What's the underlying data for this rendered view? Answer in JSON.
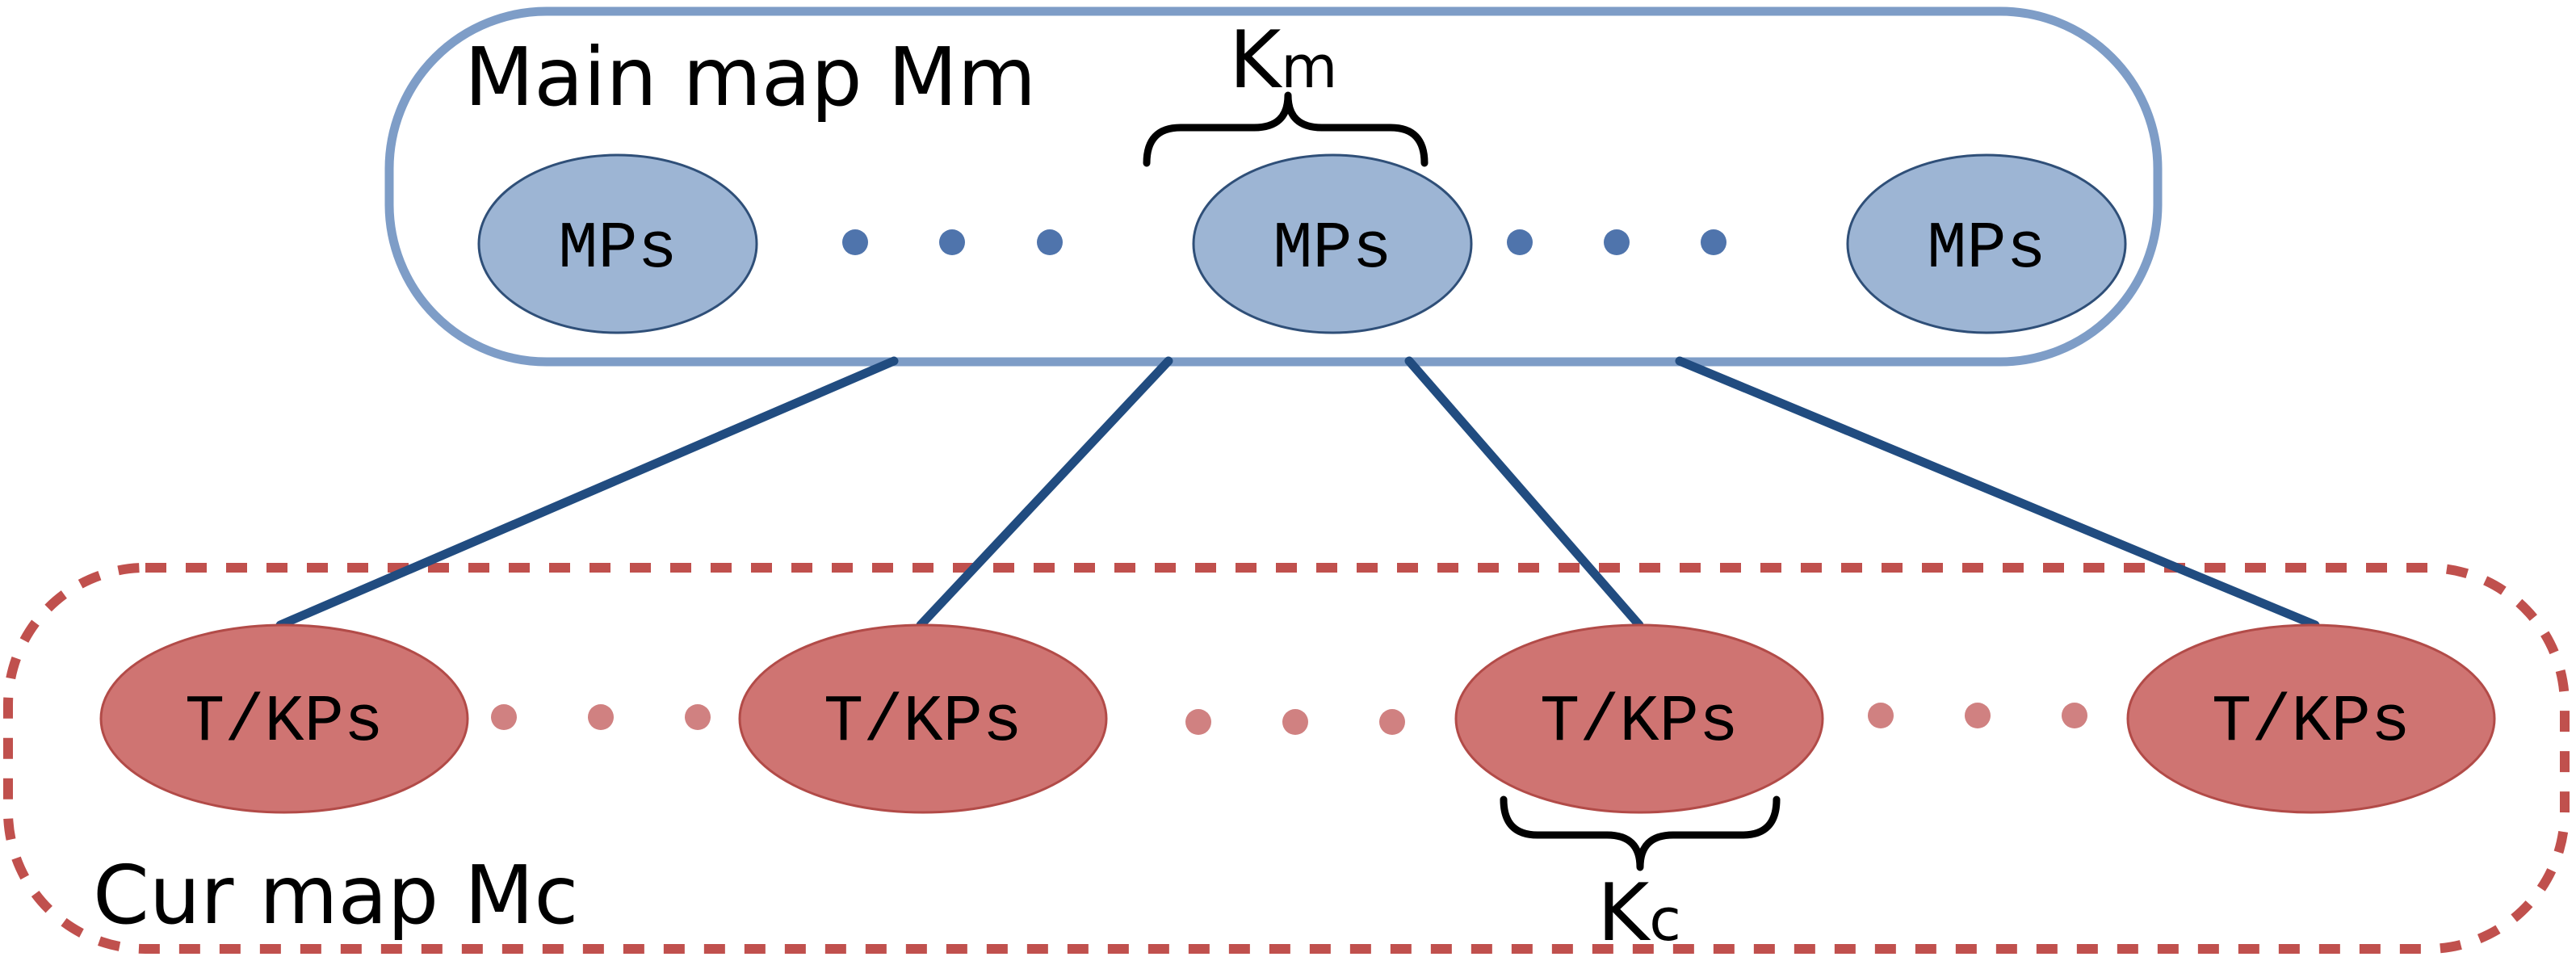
{
  "main_map": {
    "label": "Main map Mm",
    "node_label": "MPs",
    "nodes": [
      "MPs",
      "MPs",
      "MPs"
    ],
    "keyframe_label": {
      "base": "K",
      "sub": "m"
    }
  },
  "cur_map": {
    "label": "Cur map Mc",
    "node_label": "T/KPs",
    "nodes": [
      "T/KPs",
      "T/KPs",
      "T/KPs",
      "T/KPs"
    ],
    "keyframe_label": {
      "base": "K",
      "sub": "c"
    }
  },
  "colors": {
    "main_border": "#7E9DC7",
    "main_fill": "#9DB5D4",
    "main_stroke": "#2F4F78",
    "main_dots": "#4F74AC",
    "cur_border": "#C0504D",
    "cur_fill": "#CF7472",
    "cur_stroke": "#B24B48",
    "cur_dots": "#D08181",
    "connector": "#214C80",
    "brace": "#000000"
  }
}
